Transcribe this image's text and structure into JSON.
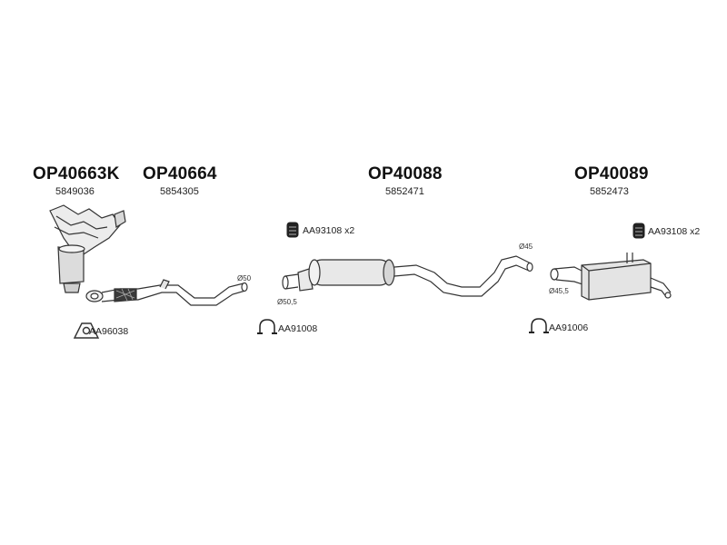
{
  "parts": [
    {
      "code": "OP40663K",
      "oem": "5849036"
    },
    {
      "code": "OP40664",
      "oem": "5854305"
    },
    {
      "code": "OP40088",
      "oem": "5852471"
    },
    {
      "code": "OP40089",
      "oem": "5852473"
    }
  ],
  "accessories": {
    "clamp_mid": "AA93108 x2",
    "clamp_rear": "AA93108 x2",
    "gasket_front": "AA96038",
    "clamp_ring_mid": "AA91008",
    "clamp_ring_rear": "AA91006"
  },
  "diameters": {
    "front_pipe": "Ø50",
    "mid_inlet": "Ø50,5",
    "mid_outlet": "Ø45",
    "rear_inlet": "Ø45,5"
  }
}
